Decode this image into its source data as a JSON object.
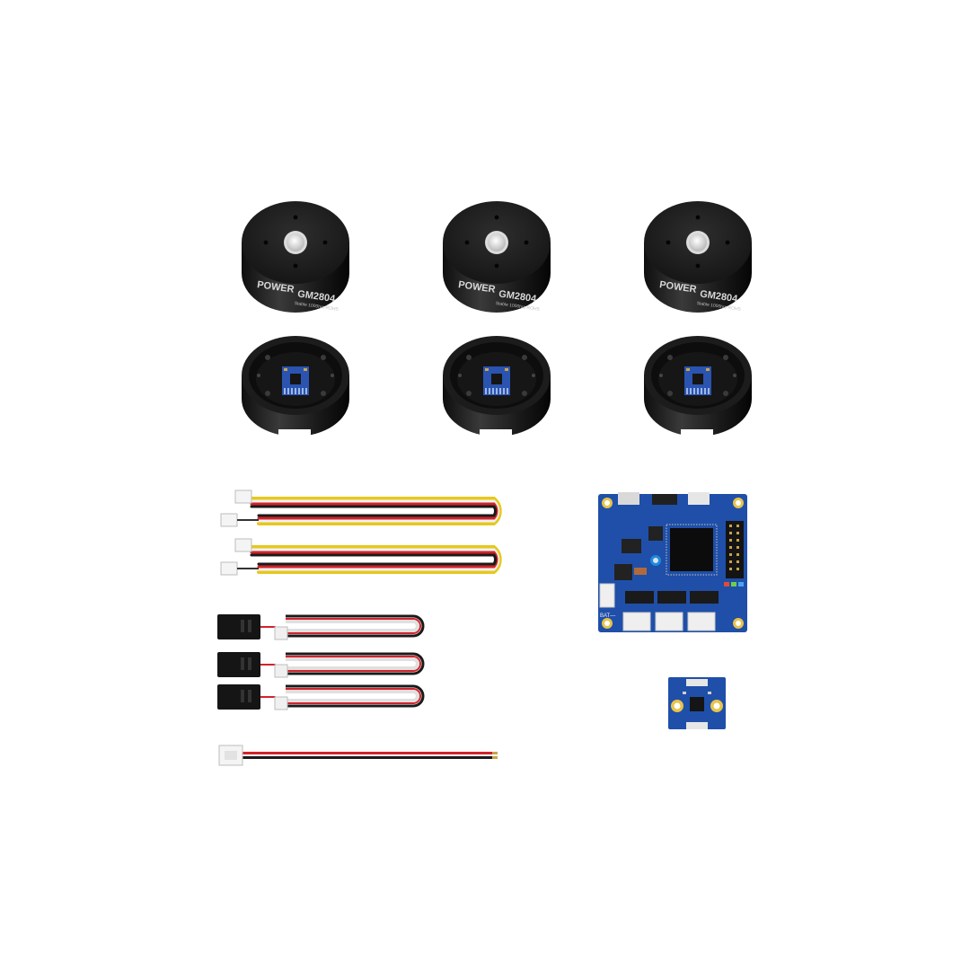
{
  "motors": [
    {
      "brand": "POWER",
      "model": "GM2804",
      "subtext": "Stable 1000hrs ROHS"
    },
    {
      "brand": "POWER",
      "model": "GM2804",
      "subtext": "Stable 1000hrs ROHS"
    },
    {
      "brand": "POWER",
      "model": "GM2804",
      "subtext": "Stable 1000hrs ROHS"
    }
  ],
  "controller_board": {
    "connector_label": "BAT—"
  },
  "colors": {
    "background": "#ffffff",
    "motor_body": "#1e1e1e",
    "pcb": "#1f4fa8",
    "wire_red": "#d2232a",
    "wire_yellow": "#e6c81e",
    "wire_black": "#1a1a1a",
    "wire_white": "#f2f2f2"
  }
}
